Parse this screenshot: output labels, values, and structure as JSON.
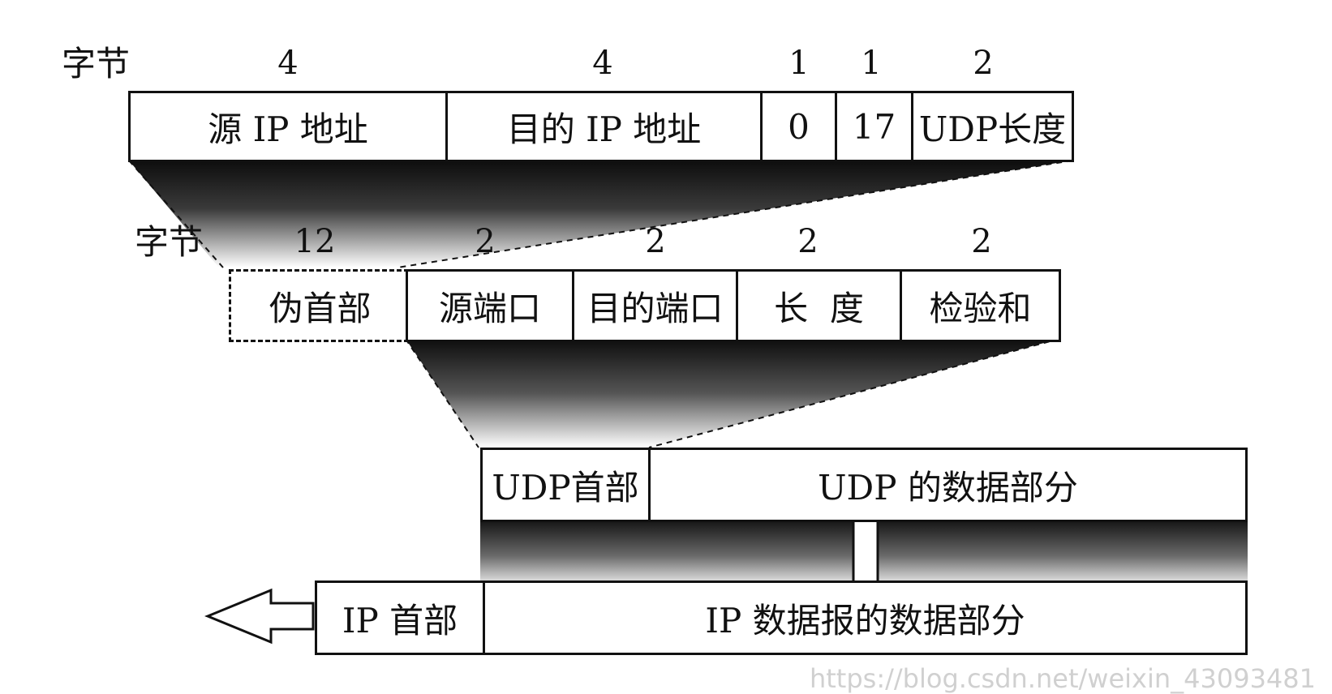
{
  "row1": {
    "bytes_label": "字节",
    "sizes": [
      "4",
      "4",
      "1",
      "1",
      "2"
    ],
    "fields": [
      "源 IP 地址",
      "目的 IP 地址",
      "0",
      "17",
      "UDP长度"
    ]
  },
  "row2": {
    "bytes_label": "字节",
    "sizes": [
      "12",
      "2",
      "2",
      "2",
      "2"
    ],
    "pseudo": "伪首部",
    "fields": [
      "源端口",
      "目的端口",
      "长  度",
      "检验和"
    ]
  },
  "row3": {
    "header": "UDP首部",
    "data": "UDP 的数据部分"
  },
  "row4": {
    "header": "IP 首部",
    "data": "IP 数据报的数据部分"
  },
  "watermark": "https://blog.csdn.net/weixin_43093481",
  "colors": {
    "line": "#111111",
    "shade_dark": "#1a1a1a",
    "shade_light": "#ffffff"
  }
}
